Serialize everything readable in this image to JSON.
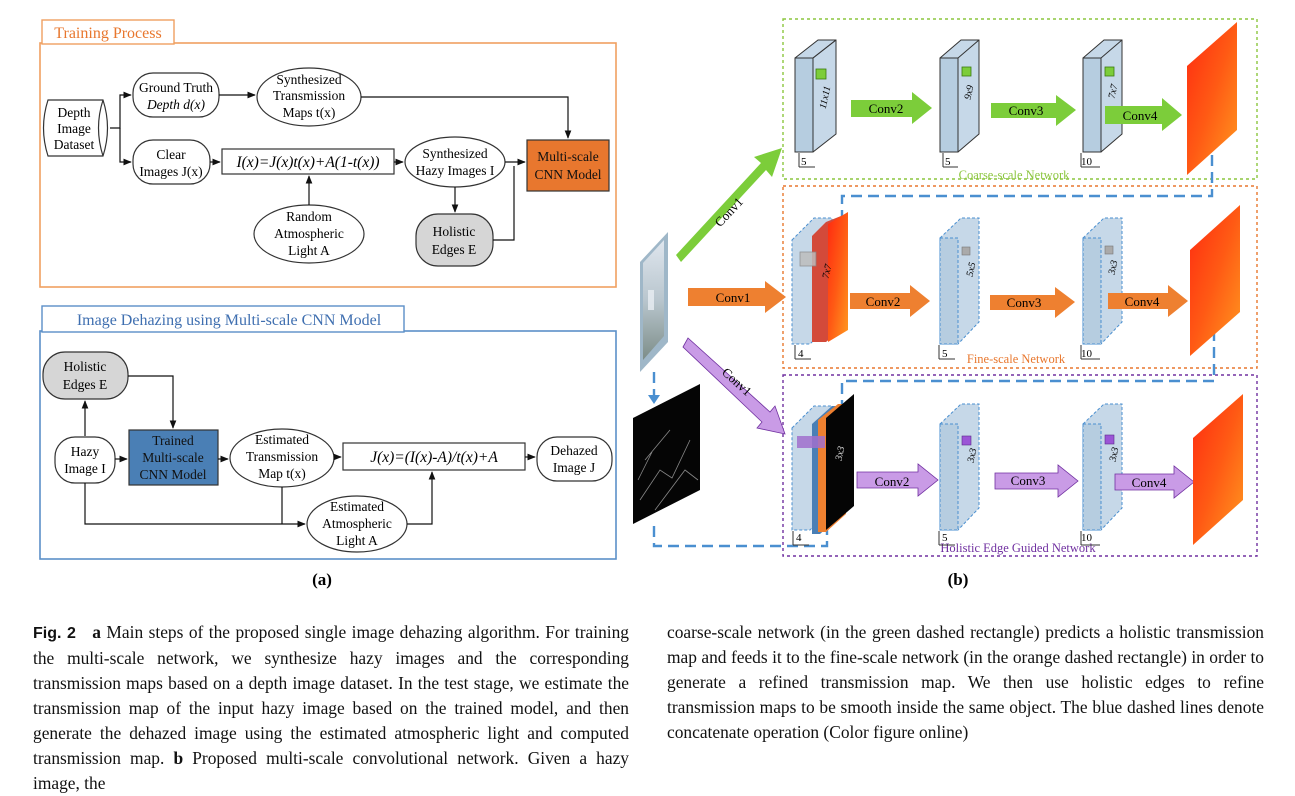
{
  "panel_a": {
    "training": {
      "title": "Training Process",
      "depth_dataset": [
        "Depth",
        "Image",
        "Dataset"
      ],
      "ground_truth": [
        "Ground Truth",
        "Depth  d(x)"
      ],
      "synth_trans": [
        "Synthesized",
        "Transmission",
        "Maps t(x)"
      ],
      "clear_images": [
        "Clear",
        "Images J(x)"
      ],
      "equation": "I(x)=J(x)t(x)+A(1-t(x))",
      "synth_hazy": [
        "Synthesized",
        "Hazy Images I"
      ],
      "cnn_model": [
        "Multi-scale",
        "CNN Model"
      ],
      "random_light": [
        "Random",
        "Atmospheric",
        "Light A"
      ],
      "holistic_edges": [
        "Holistic",
        "Edges E"
      ]
    },
    "dehazing": {
      "title": "Image Dehazing using Multi-scale CNN Model",
      "holistic_edges": [
        "Holistic",
        "Edges E"
      ],
      "hazy_image": [
        "Hazy",
        "Image I"
      ],
      "trained_model": [
        "Trained",
        "Multi-scale",
        "CNN Model"
      ],
      "est_trans": [
        "Estimated",
        "Transmission",
        "Map t(x)"
      ],
      "equation": "J(x)=(I(x)-A)/t(x)+A",
      "dehazed": [
        "Dehazed",
        "Image J"
      ],
      "est_light": [
        "Estimated",
        "Atmospheric",
        "Light A"
      ]
    },
    "label": "(a)"
  },
  "panel_b": {
    "label": "(b)",
    "coarse": {
      "title": "Coarse-scale Network",
      "k1": "11x11",
      "k2": "9x9",
      "k3": "7x7",
      "c1": "5",
      "c2": "5",
      "c3": "10",
      "conv2": "Conv2",
      "conv3": "Conv3",
      "conv4": "Conv4"
    },
    "fine": {
      "title": "Fine-scale Network",
      "k1": "7x7",
      "k2": "5x5",
      "k3": "3x3",
      "c1": "4",
      "c2": "5",
      "c3": "10",
      "conv1": "Conv1",
      "conv2": "Conv2",
      "conv3": "Conv3",
      "conv4": "Conv4"
    },
    "edge": {
      "title": "Holistic Edge Guided Network",
      "k1": "3x3",
      "k2": "3x3",
      "k3": "3x3",
      "c1": "4",
      "c2": "5",
      "c3": "10",
      "conv2": "Conv2",
      "conv3": "Conv3",
      "conv4": "Conv4"
    },
    "conv1_up": "Conv1",
    "conv1_down": "Conv1"
  },
  "caption": {
    "fig_label": "Fig. 2",
    "left": {
      "a_label": "a",
      "a_text": " Main steps of the proposed single image dehazing algorithm. For training the multi-scale network, we synthesize hazy images and the corresponding transmission maps based on a depth image dataset. In the test stage, we estimate the transmission map of the input hazy image based on the trained model, and then generate the dehazed image using the estimated atmospheric light and computed transmission map.",
      "b_label": "b",
      "b_text": " Proposed multi-scale convolutional network. Given a hazy image, the"
    },
    "right": "coarse-scale network (in the green dashed rectangle) predicts a holistic transmission map and feeds it to the fine-scale network (in the orange dashed rectangle) in order to generate a refined transmission map. We then use holistic edges to refine transmission maps to be smooth inside the same object. The blue dashed lines denote concatenate operation (Color figure online)"
  },
  "colors": {
    "training_border": "#f0a060",
    "dehazing_border": "#5b8fc8",
    "cnn_model_fill": "#e8772e",
    "trained_model_fill": "#4a7fb5",
    "coarse_border": "#8cc63f",
    "fine_border": "#e8772e",
    "edge_border": "#7030a0",
    "green_arrow": "#7ccd3a",
    "orange_arrow": "#ee8030",
    "purple_arrow": "#c99be6",
    "blue_dash": "#4a8fd0"
  }
}
